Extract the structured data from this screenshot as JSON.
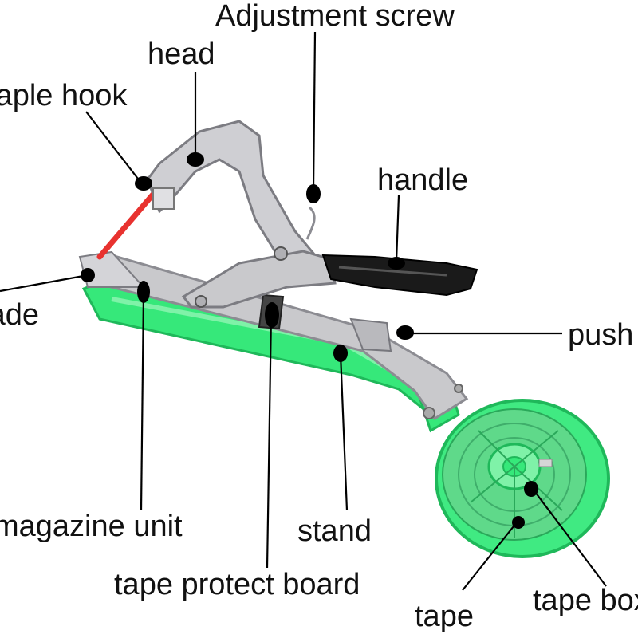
{
  "diagram": {
    "subject": "plant tying tapener tool",
    "colors": {
      "metal": "#c9c9cc",
      "metal_dark": "#8c8c92",
      "handle": "#1a1a1a",
      "body_green": "#36e87a",
      "body_green_dark": "#1fb85a",
      "tape_red": "#e8322f",
      "leader": "#000000"
    },
    "labels": {
      "adjustment_screw": "Adjustment screw",
      "head": "head",
      "staple_hook": "staple hook",
      "handle": "handle",
      "blade": "blade",
      "push": "push",
      "magazine_unit": "magazine unit",
      "stand": "stand",
      "tape_protect_board": "tape protect board",
      "tape": "tape",
      "tape_box": "tape box"
    }
  }
}
